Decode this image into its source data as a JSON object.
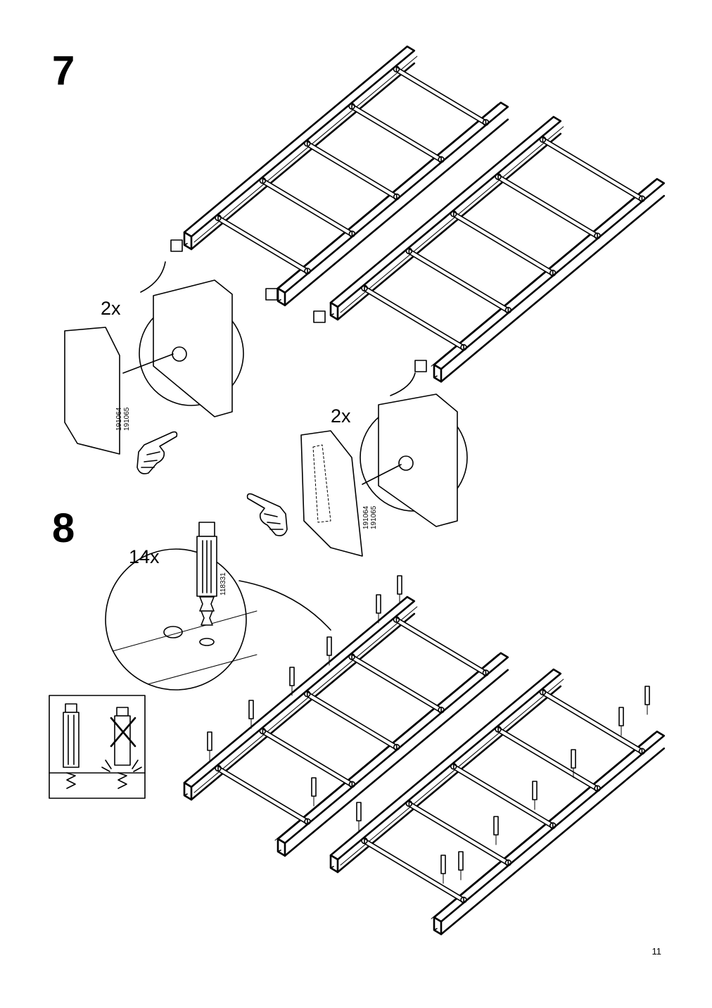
{
  "steps": [
    {
      "number": "7",
      "callouts": [
        {
          "quantity": "2x",
          "part_numbers": "191064\n191065"
        },
        {
          "quantity": "2x",
          "part_numbers": "191064\n191065"
        }
      ]
    },
    {
      "number": "8",
      "callouts": [
        {
          "quantity": "14x",
          "part_numbers": "118331"
        }
      ]
    }
  ],
  "page_number": "11",
  "icons": [
    "frame-illustration",
    "glide-pad",
    "pressing-hand",
    "dowel",
    "correct-incorrect-panel"
  ]
}
